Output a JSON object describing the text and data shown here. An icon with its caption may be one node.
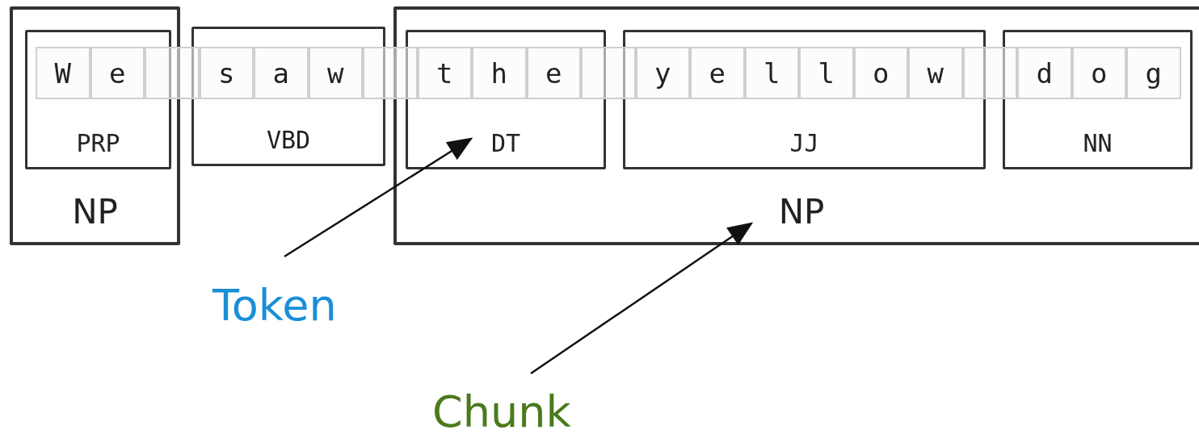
{
  "diagram": {
    "nodes": [
      {
        "text": [
          "NP"
        ]
      },
      {
        "text": [
          "PRP"
        ],
        "in": 0
      },
      {
        "text": [
          "VBD"
        ]
      },
      {
        "text": [
          "NP"
        ]
      },
      {
        "text": [
          "DT"
        ],
        "in": 3
      },
      {
        "text": [
          "JJ"
        ],
        "in": 3
      },
      {
        "text": [
          "NN"
        ],
        "in": 3
      },
      {
        "text": [
          "Token"
        ]
      },
      {
        "text": [
          "Chunk"
        ]
      }
    ],
    "edges": [
      {
        "from": 7,
        "to": 4,
        "arrow": "to"
      },
      {
        "from": 8,
        "to": 3,
        "arrow": "to"
      }
    ],
    "labels": [
      "W",
      "e",
      "s",
      "a",
      "w",
      "t",
      "h",
      "e",
      "y",
      "e",
      "l",
      "l",
      "o",
      "w",
      "d",
      "o",
      "g"
    ]
  }
}
